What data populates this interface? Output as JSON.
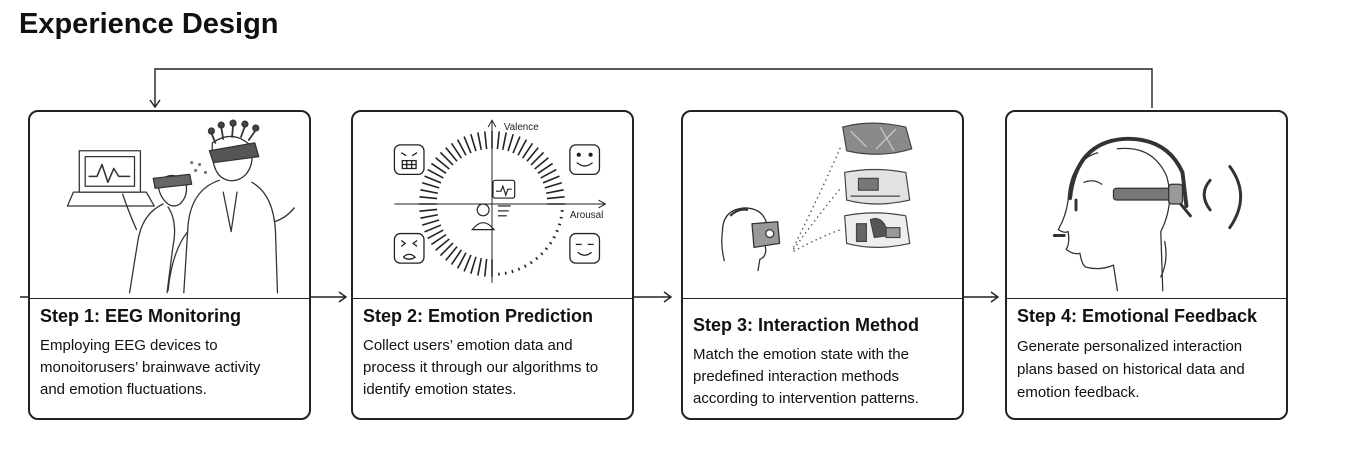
{
  "page": {
    "title": "Experience Design"
  },
  "steps": [
    {
      "title": "Step 1: EEG Monitoring",
      "description": "Employing EEG devices to\nmonoitorusers’ brainwave activity\nand emotion fluctuations.",
      "illustration": "eeg-headset-users-with-monitor"
    },
    {
      "title": "Step 2: Emotion Prediction",
      "description": "Collect users’ emotion data and\nprocess it through our algorithms to\nidentify emotion states.",
      "illustration": "valence-arousal-emotion-wheel",
      "axis_labels": {
        "valence": "Valence",
        "arousal": "Arousal"
      }
    },
    {
      "title": "Step 3: Interaction Method",
      "description": "Match the emotion state with the\npredefined interaction methods\naccording to intervention patterns.",
      "illustration": "vr-user-with-interaction-scenes"
    },
    {
      "title": "Step 4: Emotional Feedback",
      "description": "Generate personalized interaction\nplans based on historical data and\nemotion feedback.",
      "illustration": "profile-with-headset-and-feedback-waves"
    }
  ],
  "colors": {
    "stroke": "#222222",
    "background": "#ffffff"
  }
}
